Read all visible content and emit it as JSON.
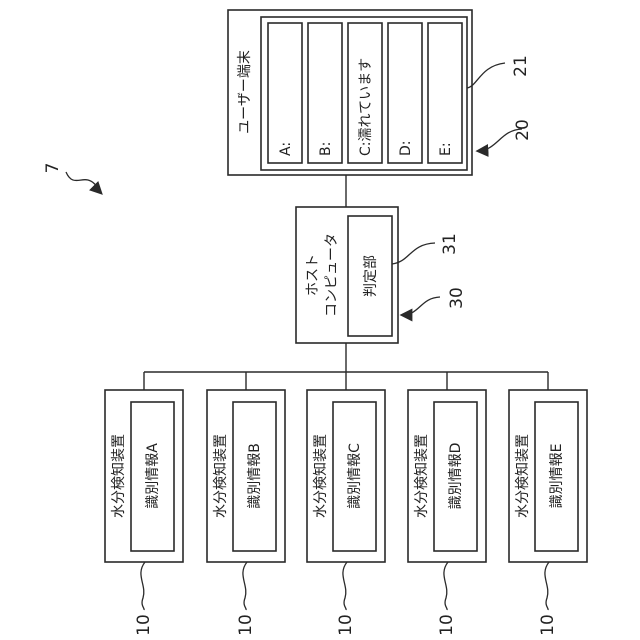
{
  "figure": {
    "figure_ref": "7",
    "user_terminal": {
      "label": "ユーザー端末",
      "ref_outer": "20",
      "ref_inner": "21",
      "slots": [
        "A:",
        "B:",
        "C:濡れています",
        "D:",
        "E:"
      ]
    },
    "host": {
      "label_line1": "ホスト",
      "label_line2": "コンピュータ",
      "ref": "30",
      "judgment": {
        "label": "判定部",
        "ref": "31"
      }
    },
    "devices": [
      {
        "label": "水分検知装置",
        "id_label": "識別情報A",
        "ref": "10"
      },
      {
        "label": "水分検知装置",
        "id_label": "識別情報B",
        "ref": "10"
      },
      {
        "label": "水分検知装置",
        "id_label": "識別情報C",
        "ref": "10"
      },
      {
        "label": "水分検知装置",
        "id_label": "識別情報D",
        "ref": "10"
      },
      {
        "label": "水分検知装置",
        "id_label": "識別情報E",
        "ref": "10"
      }
    ]
  }
}
